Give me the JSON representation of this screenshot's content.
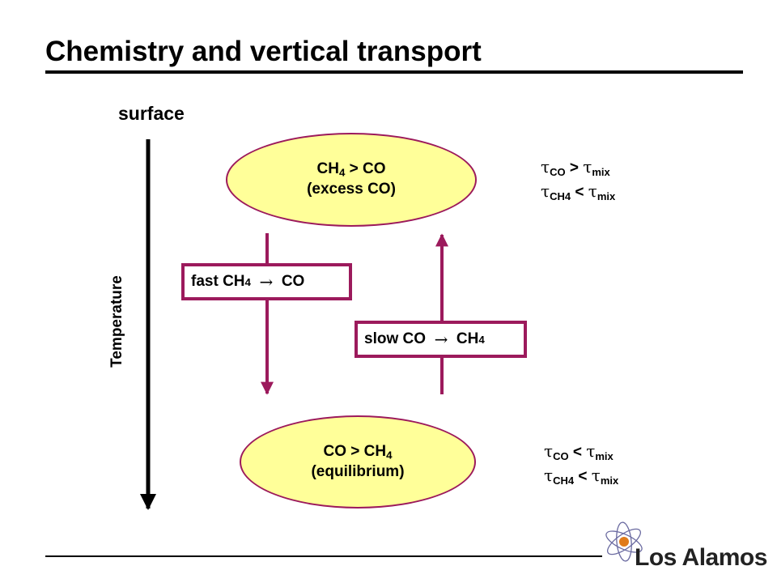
{
  "title": "Chemistry and vertical transport",
  "axis": {
    "top_label": "surface",
    "side_label": "Temperature"
  },
  "upper_state": {
    "line1_main": "CH",
    "line1_sub": "4",
    "line1_rest": " > CO",
    "line2": "(excess CO)"
  },
  "lower_state": {
    "line1_main": "CO > CH",
    "line1_sub": "4",
    "line2": "(equilibrium)"
  },
  "fast_box": {
    "pre": "fast CH",
    "sub": "4",
    "arrow": "→",
    "post": "CO"
  },
  "slow_box": {
    "pre": "slow CO",
    "arrow": "→",
    "post": "CH",
    "sub": "4"
  },
  "upper_relations": [
    {
      "sym": "τ",
      "sub1": "CO",
      "op": ">",
      "sub2": "mix"
    },
    {
      "sym": "τ",
      "sub1": "CH4",
      "op": "<",
      "sub2": "mix"
    }
  ],
  "lower_relations": [
    {
      "sym": "τ",
      "sub1": "CO",
      "op": "<",
      "sub2": "mix"
    },
    {
      "sym": "τ",
      "sub1": "CH4",
      "op": "<",
      "sub2": "mix"
    }
  ],
  "logo": {
    "text": "Los Alamos"
  },
  "colors": {
    "accent": "#9c1a5c",
    "fill": "#ffff99"
  }
}
